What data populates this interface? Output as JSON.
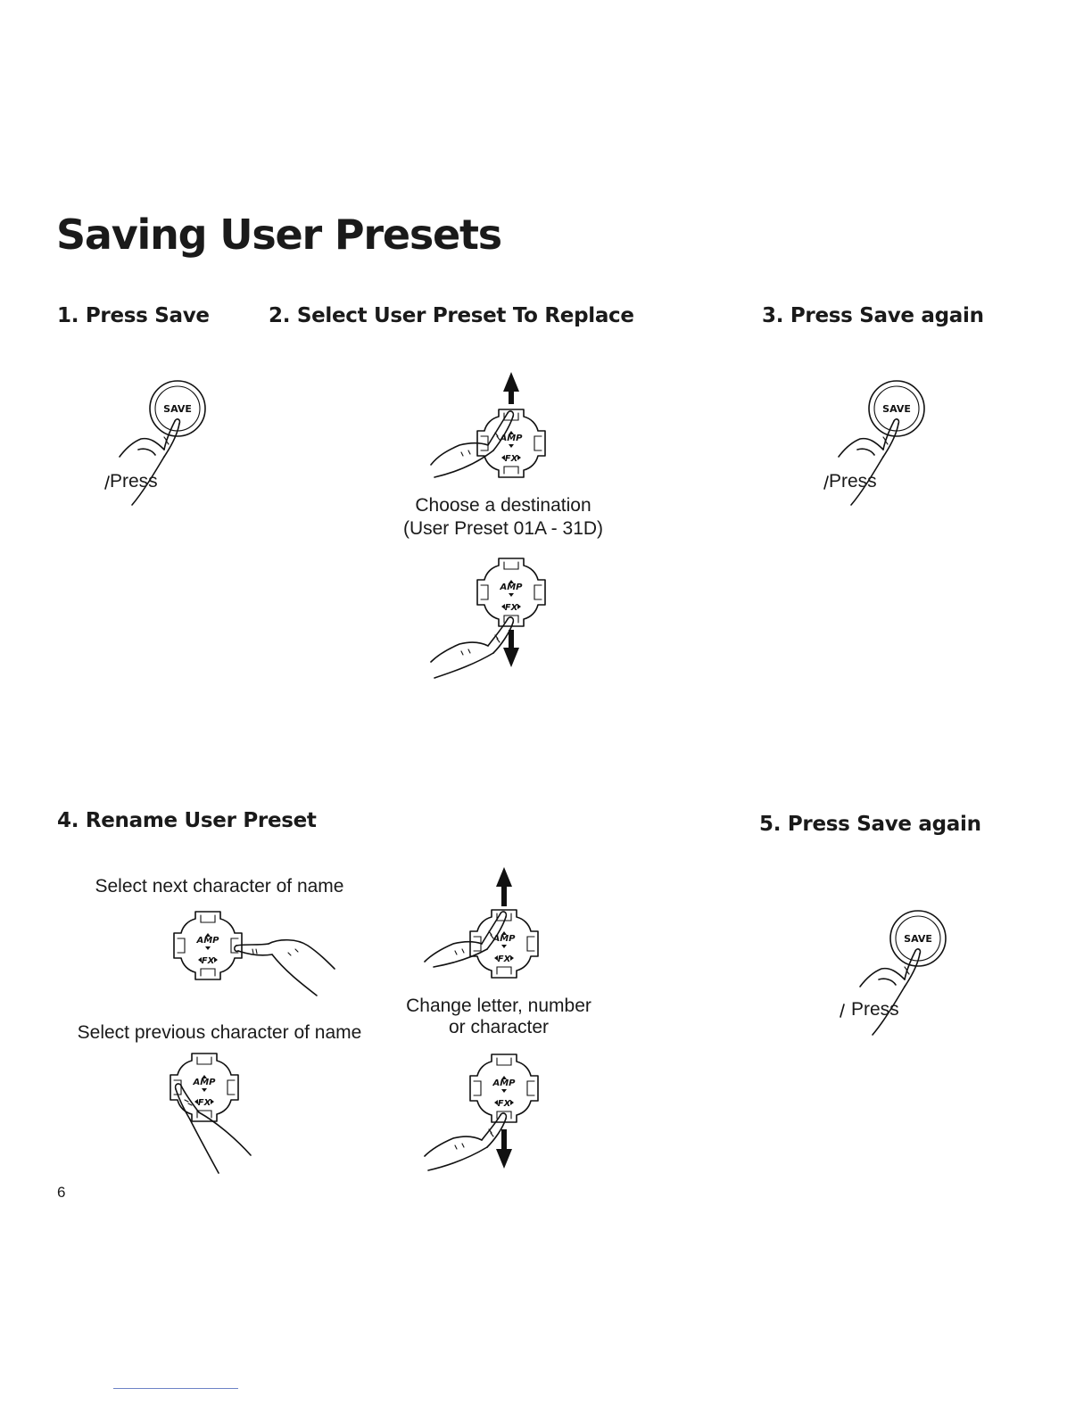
{
  "title": "Saving User Presets",
  "steps": {
    "s1": "1. Press Save",
    "s2": "2.  Select User Preset To Replace",
    "s3": "3. Press Save again",
    "s4": "4. Rename User Preset",
    "s5": "5. Press Save again"
  },
  "captions": {
    "destination_line1": "Choose a destination",
    "destination_line2": "(User Preset 01A - 31D)",
    "next_char": "Select next character of name",
    "prev_char": "Select previous character of name",
    "change_line1": "Change letter, number",
    "change_line2": "or character"
  },
  "button": {
    "save_label": "SAVE",
    "press_label": "Press"
  },
  "pad": {
    "amp_label": "AMP",
    "fx_label": "FX"
  },
  "page_number": "6",
  "icons": [
    "save-button-icon",
    "hand-pressing-icon",
    "amp-fx-pad-icon",
    "arrow-up-icon",
    "arrow-down-icon"
  ]
}
